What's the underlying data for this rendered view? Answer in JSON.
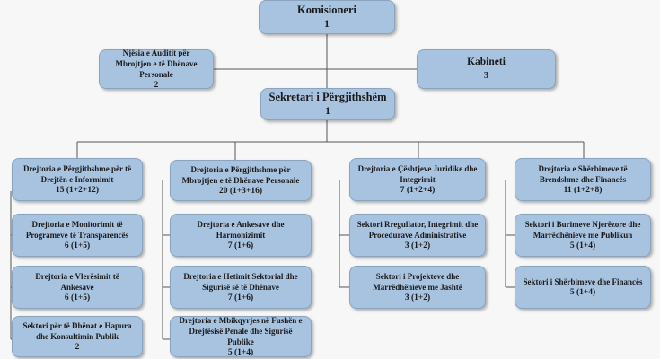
{
  "org_chart": {
    "commissioner": {
      "name": "Komisioneri",
      "count": "1"
    },
    "audit_unit": {
      "name": "Njësia e Auditit për Mbrojtjen e të Dhënave Personale",
      "count": "2"
    },
    "cabinet": {
      "name": "Kabineti",
      "count": "3"
    },
    "secretary_general": {
      "name": "Sekretari i Përgjithshëm",
      "count": "1"
    },
    "directorates": [
      {
        "name": "Drejtoria e Përgjithshme për të Drejtën e Informimit",
        "count": "15 (1+2+12)",
        "sectors": [
          {
            "name": "Drejtoria e Monitorimit të Programeve të Transparencës",
            "count": "6 (1+5)"
          },
          {
            "name": "Drejtoria e Vlerësimit të Ankesave",
            "count": "6 (1+5)"
          },
          {
            "name": "Sektori për të Dhënat e Hapura dhe Konsultimin Publik",
            "count": "2"
          }
        ]
      },
      {
        "name": "Drejtoria e Përgjithshme për Mbrojtjen e të Dhënave Personale",
        "count": "20 (1+3+16)",
        "sectors": [
          {
            "name": "Drejtoria e Ankesave dhe Harmonizimit",
            "count": "7 (1+6)"
          },
          {
            "name": "Drejtoria e Hetimit Sektorial dhe Sigurisë së të Dhënave",
            "count": "7 (1+6)"
          },
          {
            "name": "Drejtoria e Mbikqyrjes në Fushën e Drejtësisë Penale dhe Sigurisë Publike",
            "count": "5 (1+4)"
          }
        ]
      },
      {
        "name": "Drejtoria e Çështjeve Juridike dhe Integrimit",
        "count": "7 (1+2+4)",
        "sectors": [
          {
            "name": "Sektori Rregullator, Integrimit dhe Procedurave Administrative",
            "count": "3 (1+2)"
          },
          {
            "name": "Sektori i Projekteve dhe Marrëdhënieve me Jashtë",
            "count": "3 (1+2)"
          }
        ]
      },
      {
        "name": "Drejtoria e Shërbimeve të Brendshme dhe Financës",
        "count": "11 (1+2+8)",
        "sectors": [
          {
            "name": "Sektori i Burimeve Njerëzore dhe Marrëdhënieve me Publikun",
            "count": "5 (1+4)"
          },
          {
            "name": "Sektori i Shërbimeve dhe Financës",
            "count": "5 (1+4)"
          }
        ]
      }
    ]
  },
  "colors": {
    "box_fill": "#a8c3e0",
    "box_border": "#8aa3bf",
    "connector": "#555555",
    "background": "#f7f7f7"
  }
}
